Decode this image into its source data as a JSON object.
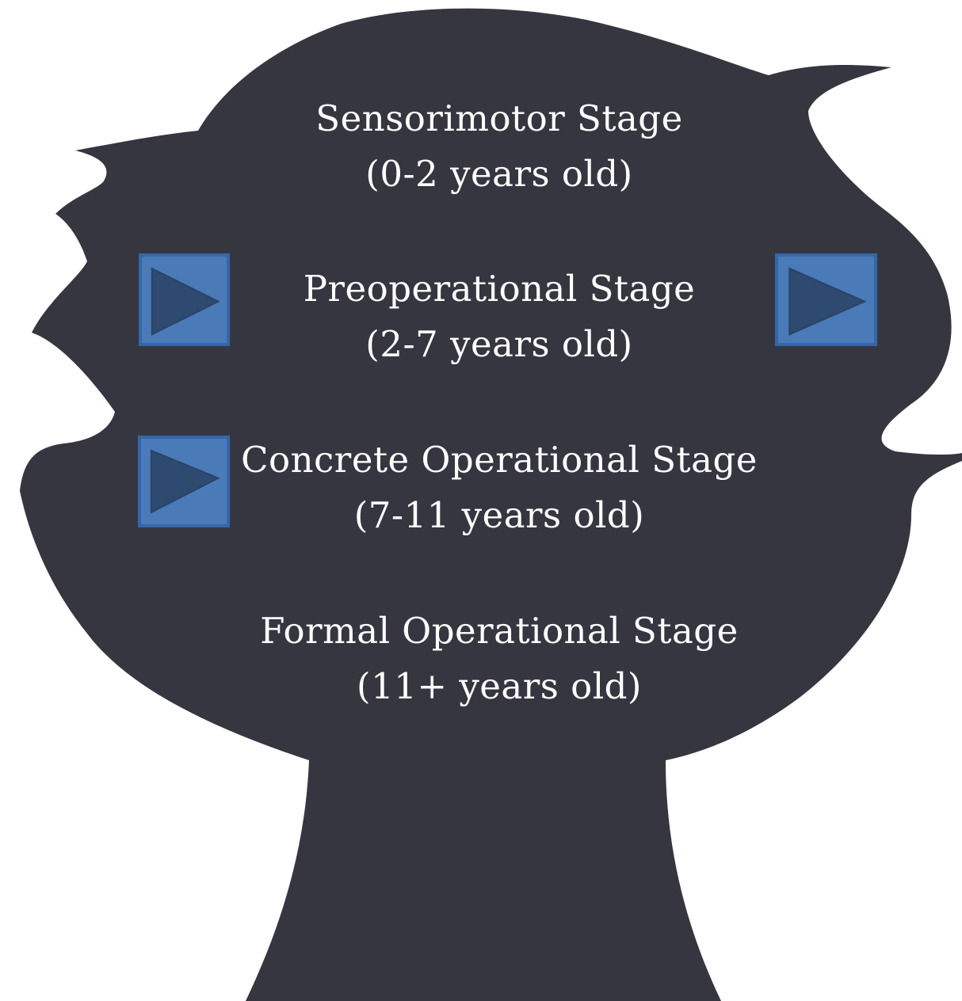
{
  "stages": [
    {
      "name": "Sensorimotor Stage",
      "age": "(0-2 years old)"
    },
    {
      "name": "Preoperational Stage",
      "age": "(2-7 years old)"
    },
    {
      "name": "Concrete Operational Stage",
      "age": "(7-11 years old)"
    },
    {
      "name": "Formal Operational Stage",
      "age": "(11+ years old)"
    }
  ],
  "buttons": [
    {
      "icon": "play-icon"
    },
    {
      "icon": "play-icon"
    },
    {
      "icon": "play-icon"
    }
  ],
  "colors": {
    "silhouette": "#363641",
    "button_fill": "#4a7ab8",
    "button_border": "#3567a8",
    "triangle": "#2e4a70",
    "text": "#ffffff"
  }
}
